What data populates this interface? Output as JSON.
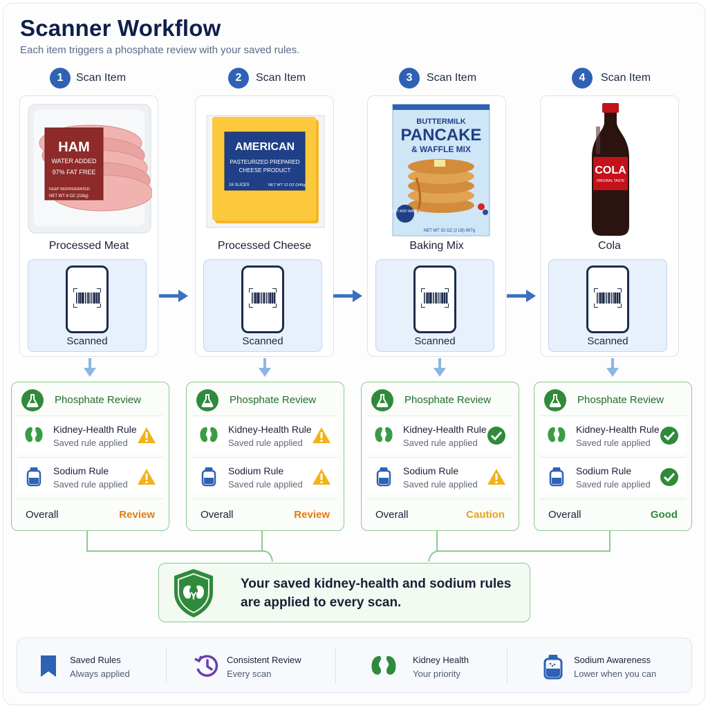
{
  "header": {
    "title": "Scanner Workflow",
    "subtitle": "Each item triggers a phosphate review with your saved rules."
  },
  "colors": {
    "step_blue": "#2f62b5",
    "review_green": "#216d2c",
    "review_orange": "#e47a12",
    "caution_amber": "#e8a21a",
    "good_green": "#2f8a3b",
    "warning_yellow": "#f2b21b"
  },
  "steps": [
    {
      "number": "1",
      "label": "Scan Item",
      "item": "Processed Meat",
      "product_icon": "ham-package-icon",
      "product": {
        "brand": "HAM",
        "line1": "WATER ADDED",
        "line2": "97% FAT FREE",
        "line3": "KEEP REFRIGERATED",
        "line4": "NET WT 8 OZ (226g)"
      },
      "scan_status": "Scanned",
      "review": {
        "title": "Phosphate Review",
        "rules": [
          {
            "name": "Kidney-Health Rule",
            "sub": "Saved rule applied",
            "status": "warning"
          },
          {
            "name": "Sodium Rule",
            "sub": "Saved rule applied",
            "status": "warning"
          }
        ],
        "overall_label": "Overall",
        "overall_value": "Review",
        "overall_color": "#e47a12"
      }
    },
    {
      "number": "2",
      "label": "Scan Item",
      "item": "Processed Cheese",
      "product_icon": "cheese-package-icon",
      "product": {
        "brand": "AMERICAN",
        "line1": "PASTEURIZED PREPARED",
        "line2": "CHEESE PRODUCT",
        "line3": "16 SLICES",
        "line4": "NET WT 12 OZ (340g)"
      },
      "scan_status": "Scanned",
      "review": {
        "title": "Phosphate Review",
        "rules": [
          {
            "name": "Kidney-Health Rule",
            "sub": "Saved rule applied",
            "status": "warning"
          },
          {
            "name": "Sodium Rule",
            "sub": "Saved rule applied",
            "status": "warning"
          }
        ],
        "overall_label": "Overall",
        "overall_value": "Review",
        "overall_color": "#e47a12"
      }
    },
    {
      "number": "3",
      "label": "Scan Item",
      "item": "Baking Mix",
      "product_icon": "pancake-mix-box-icon",
      "product": {
        "brand": "BUTTERMILK",
        "line1": "PANCAKE",
        "line2": "& WAFFLE MIX",
        "line3": "JUST ADD WATER",
        "line4": "NET WT 32 OZ (2 LB) 907g"
      },
      "scan_status": "Scanned",
      "review": {
        "title": "Phosphate Review",
        "rules": [
          {
            "name": "Kidney-Health Rule",
            "sub": "Saved rule applied",
            "status": "ok"
          },
          {
            "name": "Sodium Rule",
            "sub": "Saved rule applied",
            "status": "warning"
          }
        ],
        "overall_label": "Overall",
        "overall_value": "Caution",
        "overall_color": "#e8a21a"
      }
    },
    {
      "number": "4",
      "label": "Scan Item",
      "item": "Cola",
      "product_icon": "cola-bottle-icon",
      "product": {
        "brand": "COLA",
        "line1": "ORIGINAL TASTE",
        "line2": "",
        "line3": "",
        "line4": ""
      },
      "scan_status": "Scanned",
      "review": {
        "title": "Phosphate Review",
        "rules": [
          {
            "name": "Kidney-Health Rule",
            "sub": "Saved rule applied",
            "status": "ok"
          },
          {
            "name": "Sodium Rule",
            "sub": "Saved rule applied",
            "status": "ok"
          }
        ],
        "overall_label": "Overall",
        "overall_value": "Good",
        "overall_color": "#2f8a3b"
      }
    }
  ],
  "callout": {
    "line1": "Your saved kidney-health and sodium rules",
    "line2": "are applied to every scan.",
    "icon": "kidney-shield-icon"
  },
  "footer": [
    {
      "title": "Saved Rules",
      "sub": "Always applied",
      "icon": "bookmark-icon"
    },
    {
      "title": "Consistent Review",
      "sub": "Every scan",
      "icon": "history-clock-icon"
    },
    {
      "title": "Kidney Health",
      "sub": "Your priority",
      "icon": "kidneys-icon"
    },
    {
      "title": "Sodium Awareness",
      "sub": "Lower when you can",
      "icon": "salt-shaker-icon"
    }
  ]
}
